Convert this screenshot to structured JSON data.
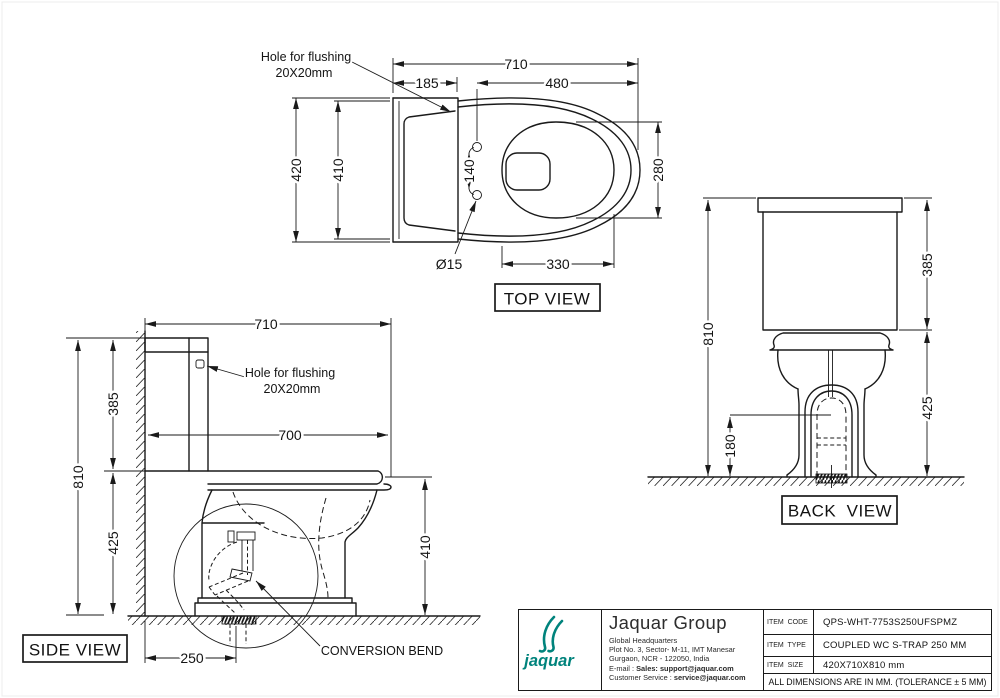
{
  "views": {
    "top": {
      "label": "TOP VIEW",
      "note_line1": "Hole for flushing",
      "note_line2": "20X20mm",
      "dia": "Ø15",
      "dims": {
        "d710": "710",
        "d185": "185",
        "d480": "480",
        "d420": "420",
        "d410": "410",
        "d140": "140",
        "d280": "280",
        "d330": "330"
      }
    },
    "side": {
      "label": "SIDE VIEW",
      "note_line1": "Hole for flushing",
      "note_line2": "20X20mm",
      "bend": "CONVERSION BEND",
      "dims": {
        "d710": "710",
        "d385": "385",
        "d810": "810",
        "d425": "425",
        "d700": "700",
        "d410": "410",
        "d250": "250"
      }
    },
    "back": {
      "label": "BACK  VIEW",
      "dims": {
        "d810": "810",
        "d385": "385",
        "d425": "425",
        "d180": "180"
      }
    }
  },
  "title_block": {
    "logo_text": "jaquar",
    "company": "Jaquar Group",
    "address1": "Global Headquarters",
    "address2": "Plot No. 3, Sector- M-11, IMT Manesar",
    "address3": "Gurgaon, NCR - 122050, India",
    "email_label": "E-mail : ",
    "email_value": "Sales: support@jaquar.com",
    "service_label": "Customer Service : ",
    "service_value": "service@jaquar.com",
    "rows": [
      {
        "label": "ITEM  CODE",
        "value": "QPS-WHT-7753S250UFSPMZ"
      },
      {
        "label": "ITEM  TYPE",
        "value": "COUPLED WC S-TRAP 250 MM"
      },
      {
        "label": "ITEM  SIZE",
        "value": "420X710X810 mm"
      }
    ],
    "note": "ALL DIMENSIONS ARE IN MM. (TOLERANCE ± 5 MM)",
    "brand_color": "#00837c"
  }
}
